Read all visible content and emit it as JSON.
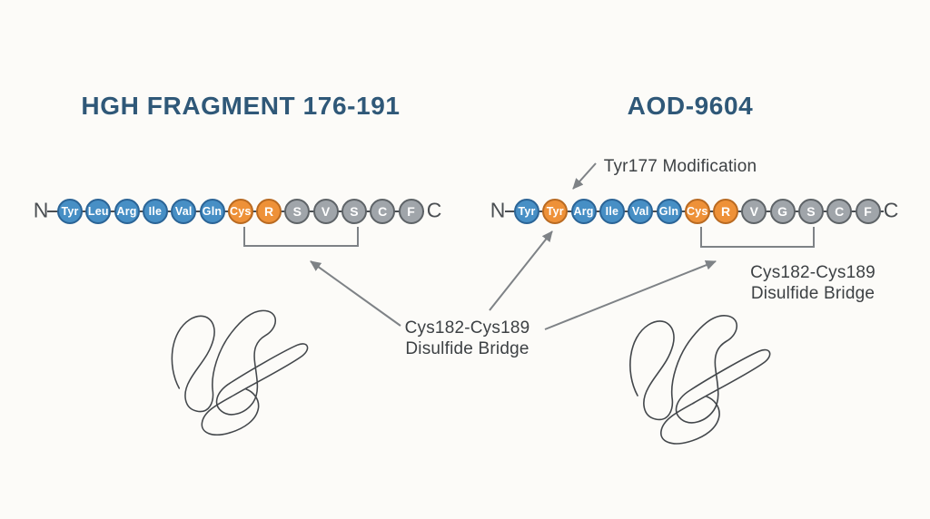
{
  "palette": {
    "bg": "#FCFBF8",
    "title": "#2F5878",
    "blue_fill": "#478FC5",
    "blue_stroke": "#2B6496",
    "orange_fill": "#EE9138",
    "orange_stroke": "#B96A21",
    "gray_fill": "#A0A5AA",
    "gray_stroke": "#5E6367",
    "line": "#7E8286",
    "text": "#3D4144",
    "terminal": "#4A4E52",
    "scribble": "#43474B"
  },
  "left_panel": {
    "title": "HGH FRAGMENT 176-191",
    "chain": {
      "n_terminal": "N",
      "c_terminal": "C",
      "residues": [
        {
          "label": "Tyr",
          "color": "blue"
        },
        {
          "label": "Leu",
          "color": "blue"
        },
        {
          "label": "Arg",
          "color": "blue"
        },
        {
          "label": "Ile",
          "color": "blue"
        },
        {
          "label": "Val",
          "color": "blue"
        },
        {
          "label": "Gln",
          "color": "blue"
        },
        {
          "label": "Cys",
          "color": "orange"
        },
        {
          "label": "R",
          "color": "orange"
        },
        {
          "label": "S",
          "color": "gray"
        },
        {
          "label": "V",
          "color": "gray"
        },
        {
          "label": "S",
          "color": "gray"
        },
        {
          "label": "C",
          "color": "gray"
        },
        {
          "label": "F",
          "color": "gray"
        }
      ]
    }
  },
  "right_panel": {
    "title": "AOD-9604",
    "chain": {
      "n_terminal": "N",
      "c_terminal": "C",
      "residues": [
        {
          "label": "Tyr",
          "color": "blue"
        },
        {
          "label": "Tyr",
          "color": "orange"
        },
        {
          "label": "Arg",
          "color": "blue"
        },
        {
          "label": "Ile",
          "color": "blue"
        },
        {
          "label": "Val",
          "color": "blue"
        },
        {
          "label": "Gln",
          "color": "blue"
        },
        {
          "label": "Cys",
          "color": "orange"
        },
        {
          "label": "R",
          "color": "orange"
        },
        {
          "label": "V",
          "color": "gray"
        },
        {
          "label": "G",
          "color": "gray"
        },
        {
          "label": "S",
          "color": "gray"
        },
        {
          "label": "C",
          "color": "gray"
        },
        {
          "label": "F",
          "color": "gray"
        }
      ]
    }
  },
  "annotations": {
    "modification": "Tyr177 Modification",
    "center_bridge": {
      "line1": "Cys182-Cys189",
      "line2": "Disulfide Bridge"
    },
    "right_bridge": {
      "line1": "Cys182-Cys189",
      "line2": "Disulfide Bridge"
    }
  }
}
